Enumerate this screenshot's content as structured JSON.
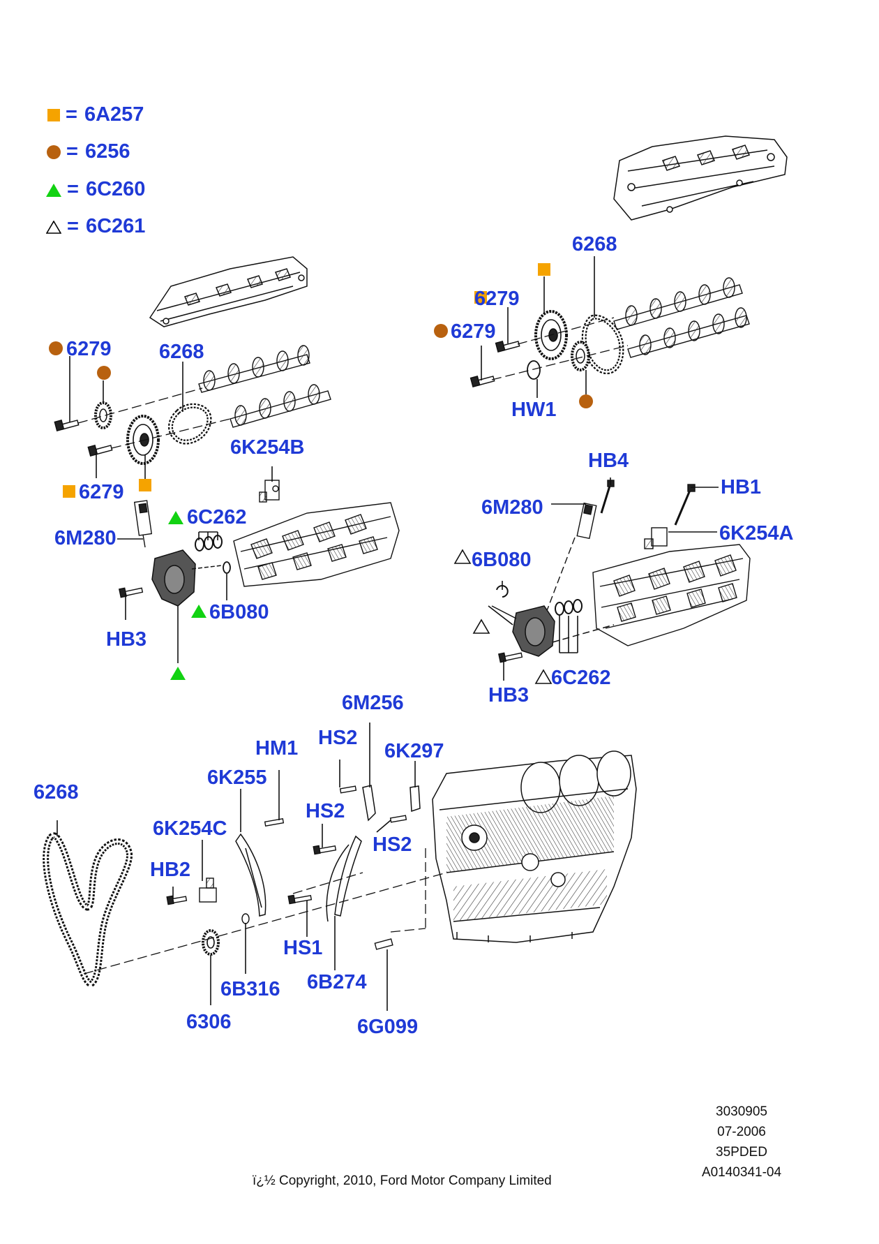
{
  "legend": [
    {
      "symbol": "orange-square",
      "code": "6A257",
      "color": "#f5a300"
    },
    {
      "symbol": "brown-circle",
      "code": "6256",
      "color": "#b8610f"
    },
    {
      "symbol": "green-triangle",
      "code": "6C260",
      "color": "#12d212"
    },
    {
      "symbol": "outline-triangle",
      "code": "6C261",
      "color": "#000000"
    }
  ],
  "legend_equals": "=",
  "callouts": {
    "c_6268_right": "6268",
    "c_6279_rsq": "6279",
    "c_6279_rdot": "6279",
    "c_hw1": "HW1",
    "c_6279_ldot": "6279",
    "c_6268_left": "6268",
    "c_6k254b": "6K254B",
    "c_6279_lsq": "6279",
    "c_6c262_left": "6C262",
    "c_6m280_left": "6M280",
    "c_6b080_left": "6B080",
    "c_hb3_left": "HB3",
    "c_hb4": "HB4",
    "c_hb1": "HB1",
    "c_6m280_right": "6M280",
    "c_6k254a": "6K254A",
    "c_6b080_right": "6B080",
    "c_6c262_right": "6C262",
    "c_hb3_right": "HB3",
    "c_6m256": "6M256",
    "c_hs2_top": "HS2",
    "c_6k297": "6K297",
    "c_hm1": "HM1",
    "c_6k255": "6K255",
    "c_hs2_mid": "HS2",
    "c_hs2_right": "HS2",
    "c_6268_chain": "6268",
    "c_6k254c": "6K254C",
    "c_hb2": "HB2",
    "c_hs1": "HS1",
    "c_6b316": "6B316",
    "c_6b274": "6B274",
    "c_6306": "6306",
    "c_6g099": "6G099"
  },
  "reference": {
    "illustration_no": "3030905",
    "date": "07-2006",
    "model_code": "35PDED",
    "catalog_ref": "A0140341-04"
  },
  "copyright": "ï¿½ Copyright, 2010, Ford Motor Company Limited"
}
